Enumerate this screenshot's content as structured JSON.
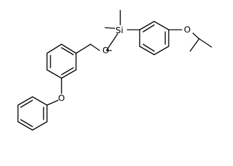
{
  "molecule": {
    "atom_labels": {
      "silicon": "Si",
      "ether_oxygen": "O",
      "phenoxy_oxygen": "O",
      "isopropoxy_oxygen": "O"
    }
  },
  "colors": {
    "bond": "#000000",
    "label": "#000000",
    "background": "#ffffff"
  }
}
